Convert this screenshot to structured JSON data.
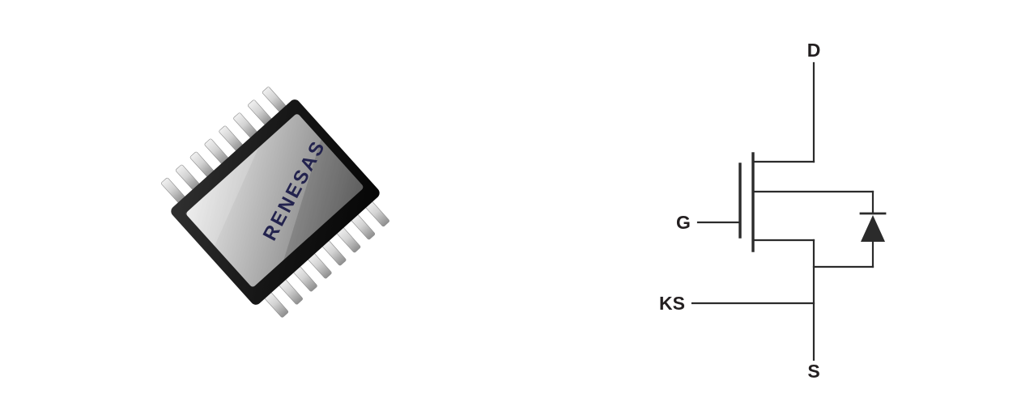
{
  "figure": {
    "chip": {
      "brand_text": "RENESAS",
      "package_body_color": "#161616",
      "package_top_light": "#eaeaea",
      "package_top_mid": "#a8a8a8",
      "package_top_dark": "#6e6e6e",
      "lead_light": "#f0f0f0",
      "lead_dark": "#8e8e8e",
      "logo_color": "#23234e"
    },
    "schematic": {
      "line_color": "#2b2b2b",
      "label_color": "#231f20",
      "labels": {
        "drain": "D",
        "gate": "G",
        "kelvin_source": "KS",
        "source": "S"
      }
    }
  }
}
